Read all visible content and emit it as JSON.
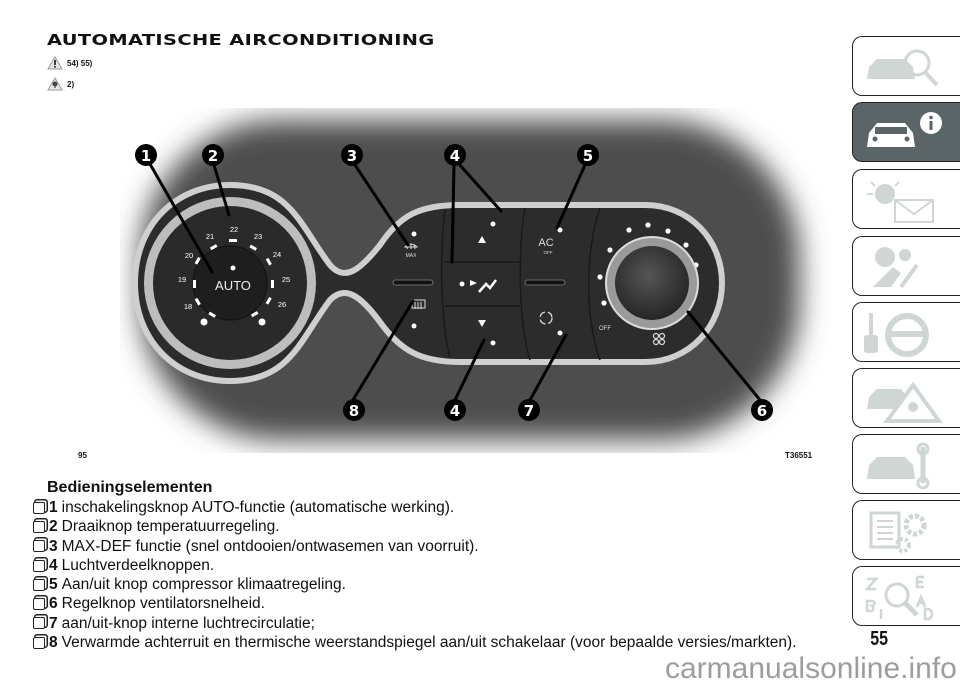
{
  "page": {
    "title": "AUTOMATISCHE AIRCONDITIONING",
    "warning_refs": "54) 55)",
    "environment_refs": "2)",
    "figure_number": "95",
    "figure_code": "T36551",
    "page_number": "55",
    "watermark": "carmanualsonline.info"
  },
  "figure": {
    "callouts": [
      "1",
      "2",
      "3",
      "4",
      "5",
      "8",
      "4",
      "7",
      "6"
    ],
    "dial_center_label": "AUTO",
    "temperatures": [
      "18",
      "19",
      "20",
      "21",
      "22",
      "23",
      "24",
      "25",
      "26"
    ],
    "max_label": "MAX",
    "ac_label": "AC",
    "ac_off_label": "OFF",
    "fan_off_label": "OFF"
  },
  "section": {
    "heading": "Bedieningselementen",
    "items": [
      {
        "num": "1",
        "text": "inschakelingsknop AUTO-functie (automatische werking)."
      },
      {
        "num": "2",
        "text": "Draaiknop temperatuurregeling."
      },
      {
        "num": "3",
        "text": "MAX-DEF functie (snel ontdooien/ontwasemen van voorruit)."
      },
      {
        "num": "4",
        "text": "Luchtverdeelknoppen."
      },
      {
        "num": "5",
        "text": "Aan/uit knop compressor klimaatregeling."
      },
      {
        "num": "6",
        "text": "Regelknop ventilatorsnelheid."
      },
      {
        "num": "7",
        "text": "aan/uit-knop interne luchtrecirculatie;"
      },
      {
        "num": "8",
        "text": "Verwarmde achterruit en thermische weerstandspiegel aan/uit schakelaar (voor bepaalde versies/markten)."
      }
    ]
  },
  "sidebar": {
    "tabs": [
      {
        "icon": "car-search-icon"
      },
      {
        "icon": "car-info-icon",
        "active": true
      },
      {
        "icon": "warning-light-message-icon"
      },
      {
        "icon": "airbag-seat-icon"
      },
      {
        "icon": "key-steering-wheel-icon"
      },
      {
        "icon": "breakdown-triangle-icon"
      },
      {
        "icon": "car-service-wrench-icon"
      },
      {
        "icon": "technical-data-gear-icon"
      },
      {
        "icon": "index-search-icon"
      }
    ]
  },
  "colors": {
    "tab_active": "#5b6567",
    "tab_icon": "#cfd6d4",
    "panel": "#3a3a3a"
  }
}
